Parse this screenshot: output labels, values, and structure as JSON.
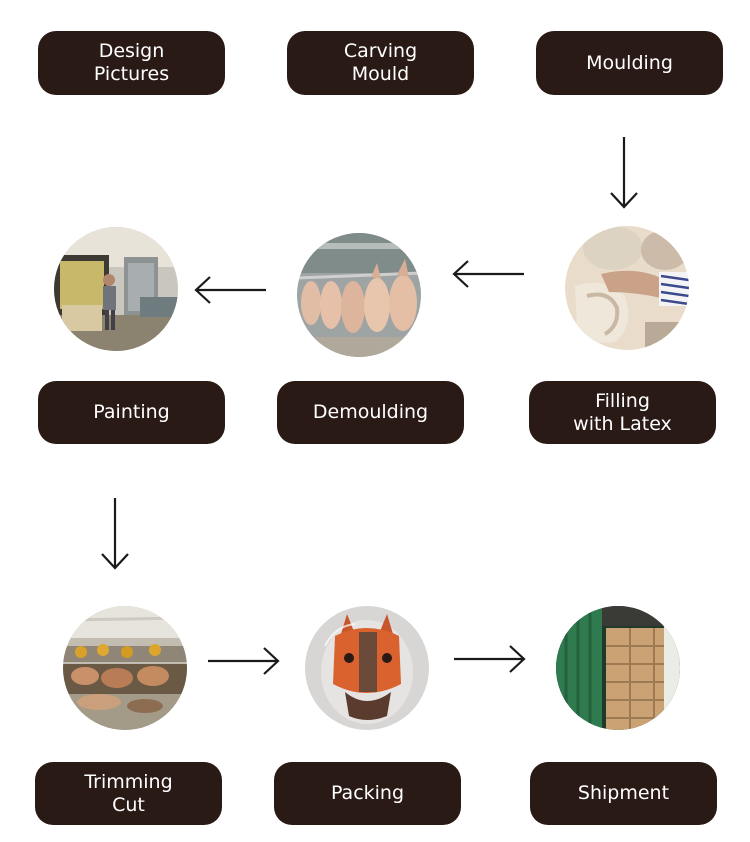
{
  "steps": {
    "design_pictures": "Design\nPictures",
    "carving_mould": "Carving\nMould",
    "moulding": "Moulding",
    "filling_with_latex": "Filling\nwith Latex",
    "demoulding": "Demoulding",
    "painting": "Painting",
    "trimming_cut": "Trimming\nCut",
    "packing": "Packing",
    "shipment": "Shipment"
  },
  "colors": {
    "label_background": "#2a1a16",
    "label_text": "#ffffff",
    "arrow": "#1a1a1a"
  },
  "icons": {
    "arrow_down": "arrow-down-icon",
    "arrow_left": "arrow-left-icon",
    "arrow_right": "arrow-right-icon"
  }
}
